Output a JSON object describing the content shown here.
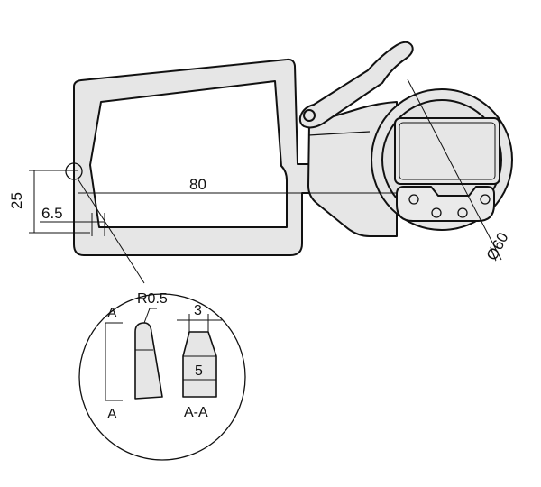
{
  "drawing": {
    "dimensions": {
      "span": "80",
      "depth": "25",
      "tip_offset": "6.5",
      "dial_diameter": "Ø60"
    },
    "detail": {
      "radius": "R0.5",
      "tip_width": "3",
      "base_width": "5",
      "section_mark_top": "A",
      "section_mark_bottom": "A",
      "section_label": "A-A"
    }
  }
}
